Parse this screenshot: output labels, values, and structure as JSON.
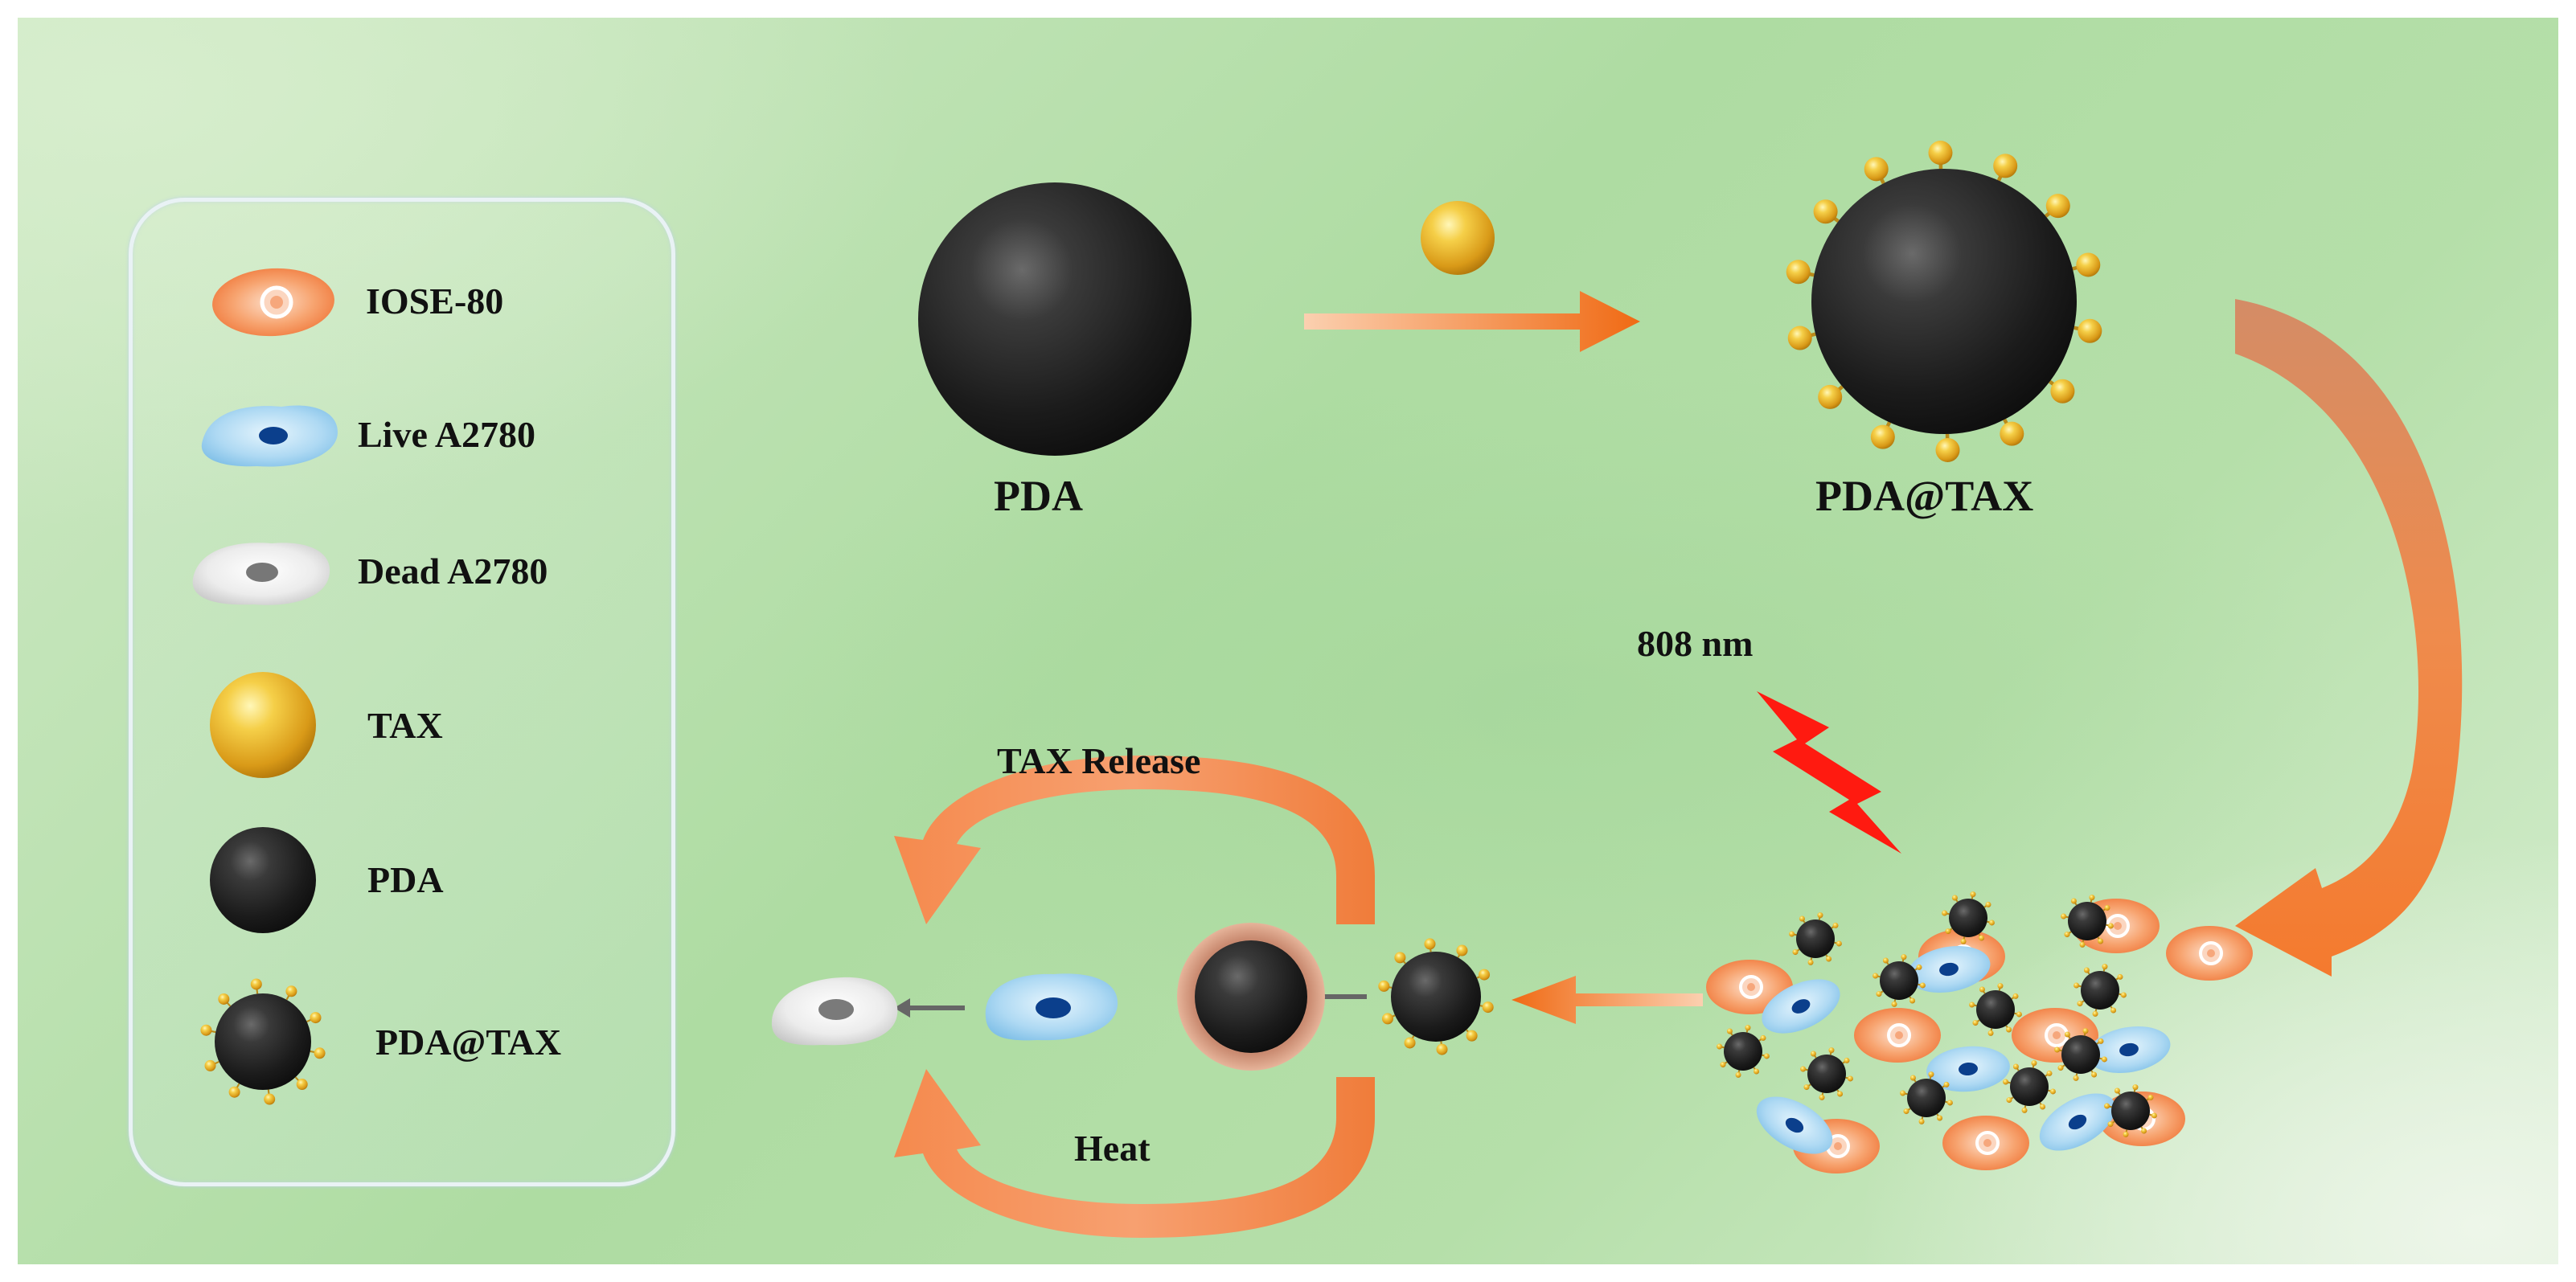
{
  "legend": {
    "items": [
      {
        "key": "iose80",
        "label": "IOSE-80"
      },
      {
        "key": "live",
        "label": "Live A2780"
      },
      {
        "key": "dead",
        "label": "Dead A2780"
      },
      {
        "key": "tax",
        "label": "TAX"
      },
      {
        "key": "pda",
        "label": "PDA"
      },
      {
        "key": "pdatax",
        "label": "PDA@TAX"
      }
    ]
  },
  "diagram": {
    "pda_label": "PDA",
    "pdatax_label": "PDA@TAX",
    "laser_label": "808 nm",
    "release_label": "TAX Release",
    "heat_label": "Heat"
  },
  "colors": {
    "arrow_orange": "#f0741c",
    "iose_cell": "#f28a4e",
    "live_cell": "#8cc8ec",
    "dead_cell": "#dcdcdc",
    "tax_gold": "#e8b42a",
    "pda_black": "#1c1c1c",
    "laser_red": "#ff1a10"
  }
}
